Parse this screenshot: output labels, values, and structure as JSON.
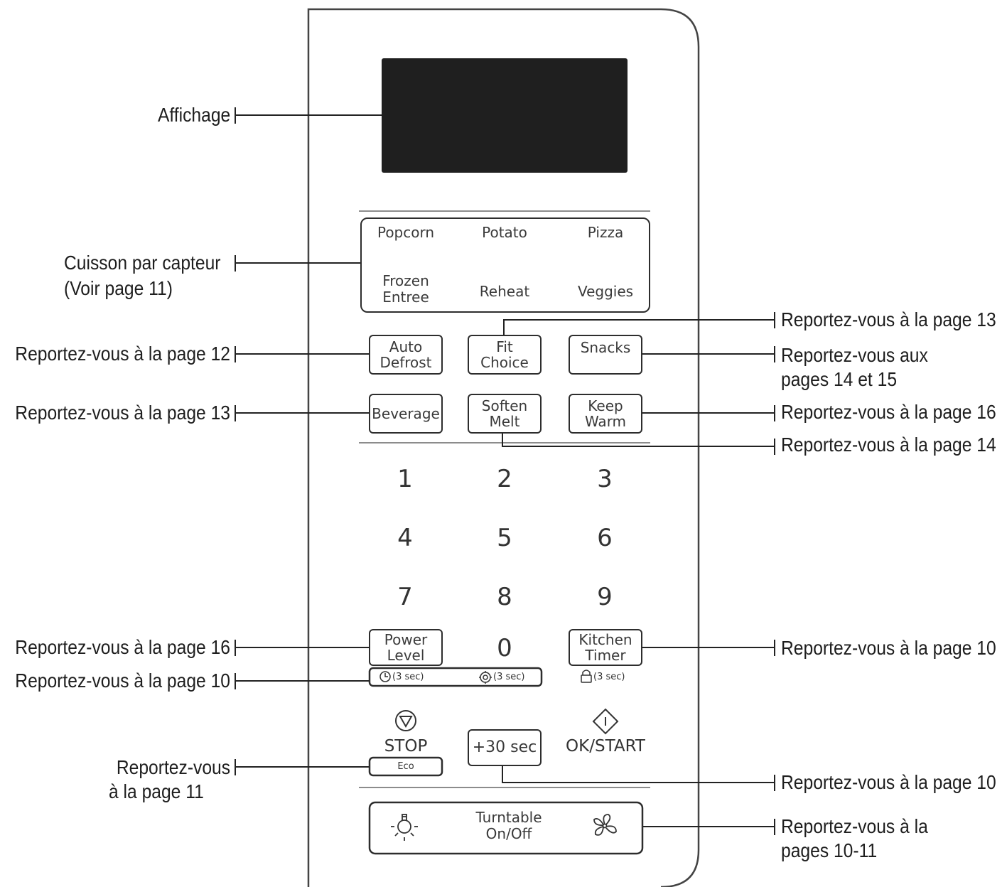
{
  "panel": {
    "sensor": {
      "row1": [
        "Popcorn",
        "Potato",
        "Pizza"
      ],
      "row2": [
        "Frozen\nEntree",
        "Reheat",
        "Veggies"
      ]
    },
    "buttons": {
      "auto_defrost": "Auto\nDefrost",
      "fit_choice": "Fit\nChoice",
      "snacks": "Snacks",
      "beverage": "Beverage",
      "soften_melt": "Soften\nMelt",
      "keep_warm": "Keep\nWarm",
      "power_level": "Power\nLevel",
      "kitchen_timer": "Kitchen\nTimer",
      "plus30": "+30 sec",
      "stop": "STOP",
      "eco": "Eco",
      "ok_start": "OK/START",
      "turntable": "Turntable\nOn/Off"
    },
    "keypad": [
      "1",
      "2",
      "3",
      "4",
      "5",
      "6",
      "7",
      "8",
      "9",
      "0"
    ],
    "hold_labels": {
      "clock": "(3 sec)",
      "settings": "(3 sec)",
      "lock": "(3 sec)"
    },
    "icons": [
      "clock-icon",
      "gear-icon",
      "lock-icon",
      "stop-triangle-icon",
      "start-diamond-icon",
      "light-bulb-icon",
      "fan-icon"
    ]
  },
  "callouts": {
    "display": "Affichage",
    "sensor_line1": "Cuisson par capteur",
    "sensor_line2": "(Voir page 11)",
    "auto_defrost": "Reportez-vous à la page 12",
    "beverage": "Reportez-vous à la page 13",
    "power_level": "Reportez-vous à la page 16",
    "clock_row": "Reportez-vous à la page 10",
    "eco_line1": "Reportez-vous",
    "eco_line2": "à la page 11",
    "fit_choice": "Reportez-vous à la page 13",
    "snacks_line1": "Reportez-vous aux",
    "snacks_line2": "pages 14 et 15",
    "keep_warm": "Reportez-vous à la page 16",
    "soften_melt": "Reportez-vous à la page 14",
    "kitchen_timer": "Reportez-vous à la page 10",
    "plus30": "Reportez-vous à la page 10",
    "bottom_line1": "Reportez-vous à la",
    "bottom_line2": "pages 10-11"
  }
}
